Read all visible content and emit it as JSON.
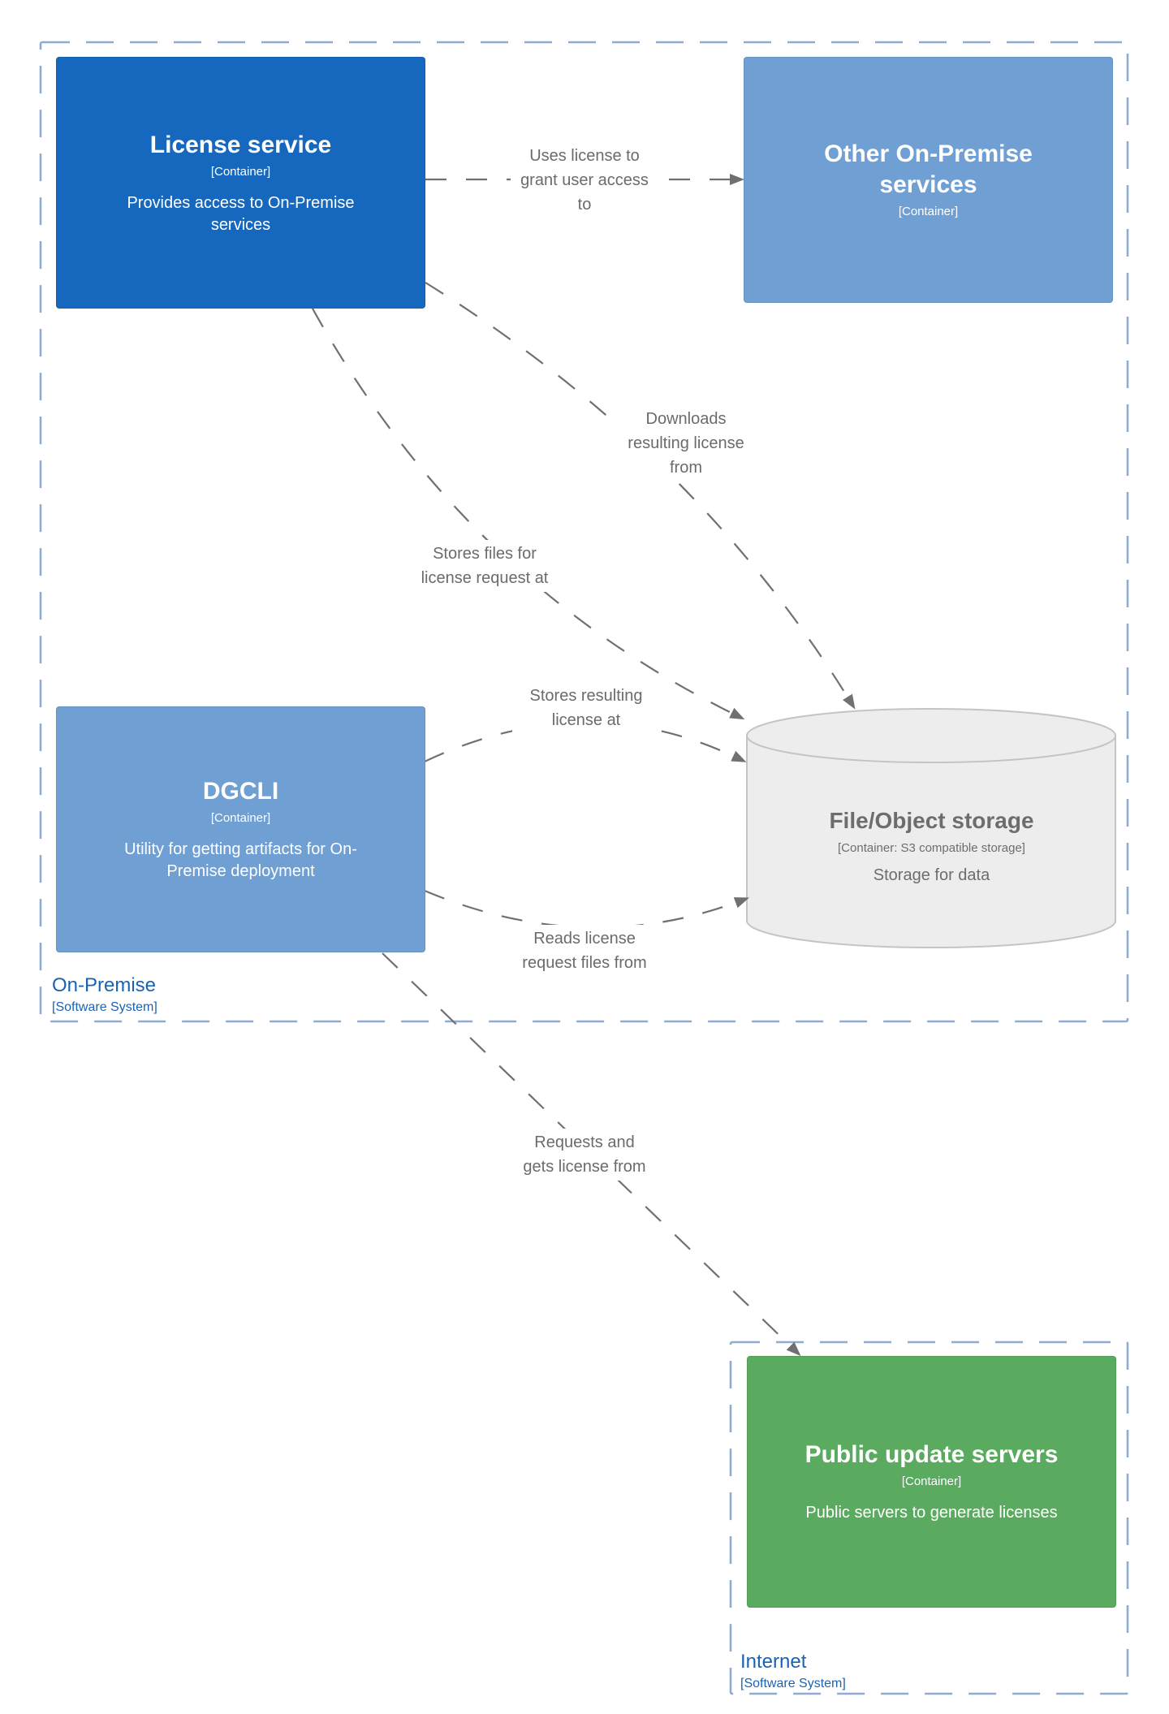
{
  "boundaries": {
    "on_premise": {
      "name": "On-Premise",
      "type": "[Software System]"
    },
    "internet": {
      "name": "Internet",
      "type": "[Software System]"
    }
  },
  "nodes": {
    "license_service": {
      "title": "License service",
      "meta": "[Container]",
      "description": "Provides access to On-Premise services"
    },
    "other_services": {
      "title": "Other On-Premise services",
      "meta": "[Container]"
    },
    "dgcli": {
      "title": "DGCLI",
      "meta": "[Container]",
      "description": "Utility for getting artifacts for On-Premise deployment"
    },
    "file_storage": {
      "title": "File/Object storage",
      "meta": "[Container: S3 compatible storage]",
      "description": "Storage for data"
    },
    "update_servers": {
      "title": "Public update servers",
      "meta": "[Container]",
      "description": "Public servers to generate licenses"
    }
  },
  "relationships": {
    "uses_license": {
      "label": "Uses license to grant user access to",
      "lines": [
        "Uses license to",
        "grant user access",
        "to"
      ],
      "from": "License service",
      "to": "Other On-Premise services"
    },
    "downloads": {
      "label": "Downloads resulting license from",
      "lines": [
        "Downloads",
        "resulting license",
        "from"
      ],
      "from": "License service",
      "to": "File/Object storage"
    },
    "stores_files": {
      "label": "Stores files for license request at",
      "lines": [
        "Stores files for",
        "license request at"
      ],
      "from": "License service",
      "to": "File/Object storage"
    },
    "stores_license": {
      "label": "Stores resulting license at",
      "lines": [
        "Stores resulting",
        "license at"
      ],
      "from": "DGCLI",
      "to": "File/Object storage"
    },
    "reads_files": {
      "label": "Reads license request files from",
      "lines": [
        "Reads license",
        "request files from"
      ],
      "from": "DGCLI",
      "to": "File/Object storage"
    },
    "requests": {
      "label": "Requests and gets license from",
      "lines": [
        "Requests and",
        "gets license from"
      ],
      "from": "DGCLI",
      "to": "Public update servers"
    }
  },
  "colors": {
    "primary_container": "#1568BE",
    "secondary_container": "#6F9FD3",
    "green_container": "#5AAB60",
    "storage_fill": "#EDEDED",
    "storage_stroke": "#C4C4C4",
    "storage_text": "#6D6D6D",
    "relationship": "#707070",
    "relationship_label": "#6B6B6B",
    "boundary": "#90ABD2",
    "boundary_label": "#1A63B0",
    "node_text": "#FFFFFF"
  }
}
